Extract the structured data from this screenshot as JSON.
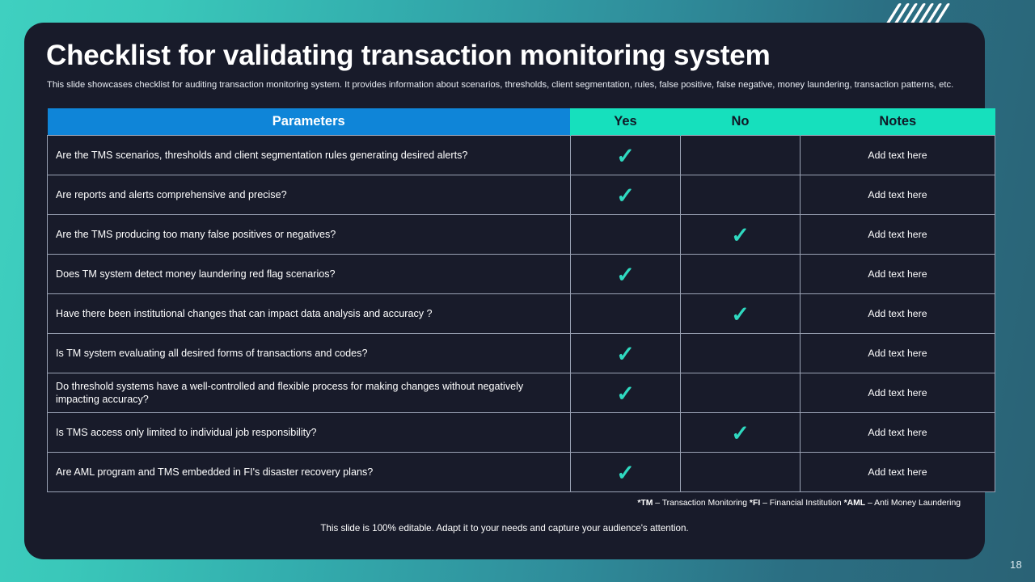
{
  "page_number": "18",
  "decoration": {
    "slash_count": 7,
    "slash_color": "#ffffff"
  },
  "colors": {
    "card_bg": "#181b2a",
    "header_param_bg": "#0f85d8",
    "header_teal_bg": "#16e0bd",
    "check_color": "#2fd9c0",
    "bg_gradient_start": "#3fd0c0",
    "bg_gradient_end": "#2a6275"
  },
  "header": {
    "title": "Checklist for validating transaction monitoring system",
    "subtitle": "This slide showcases checklist for auditing transaction monitoring system. It provides information about scenarios, thresholds, client segmentation, rules, false positive, false negative, money laundering, transaction patterns, etc."
  },
  "table": {
    "columns": [
      "Parameters",
      "Yes",
      "No",
      "Notes"
    ],
    "rows": [
      {
        "parameter": "Are the TMS scenarios, thresholds and client segmentation rules generating desired alerts?",
        "yes": "✓",
        "no": "",
        "notes": "Add text here"
      },
      {
        "parameter": "Are reports and alerts comprehensive and precise?",
        "yes": "✓",
        "no": "",
        "notes": "Add text here"
      },
      {
        "parameter": "Are the TMS producing too many false positives or negatives?",
        "yes": "",
        "no": "✓",
        "notes": "Add text here"
      },
      {
        "parameter": "Does TM system detect money laundering red flag scenarios?",
        "yes": "✓",
        "no": "",
        "notes": "Add text here"
      },
      {
        "parameter": "Have there been institutional changes that can impact data analysis and accuracy ?",
        "yes": "",
        "no": "✓",
        "notes": "Add text here"
      },
      {
        "parameter": "Is TM system evaluating all desired forms of transactions and codes?",
        "yes": "✓",
        "no": "",
        "notes": "Add text here"
      },
      {
        "parameter": "Do threshold systems have a well-controlled and flexible process for making changes without negatively impacting accuracy?",
        "yes": "✓",
        "no": "",
        "notes": "Add text here"
      },
      {
        "parameter": "Is TMS access only limited to individual job responsibility?",
        "yes": "",
        "no": "✓",
        "notes": "Add text here"
      },
      {
        "parameter": "Are AML program and TMS embedded in FI's disaster recovery plans?",
        "yes": "✓",
        "no": "",
        "notes": "Add text here"
      }
    ]
  },
  "footnote": {
    "tm_abbr": "*TM",
    "tm_text": " – Transaction Monitoring ",
    "fi_abbr": "*FI",
    "fi_text": " – Financial Institution ",
    "aml_abbr": "*AML",
    "aml_text": " – Anti Money Laundering"
  },
  "caption": "This slide is 100% editable. Adapt it to your needs and capture your audience's attention."
}
